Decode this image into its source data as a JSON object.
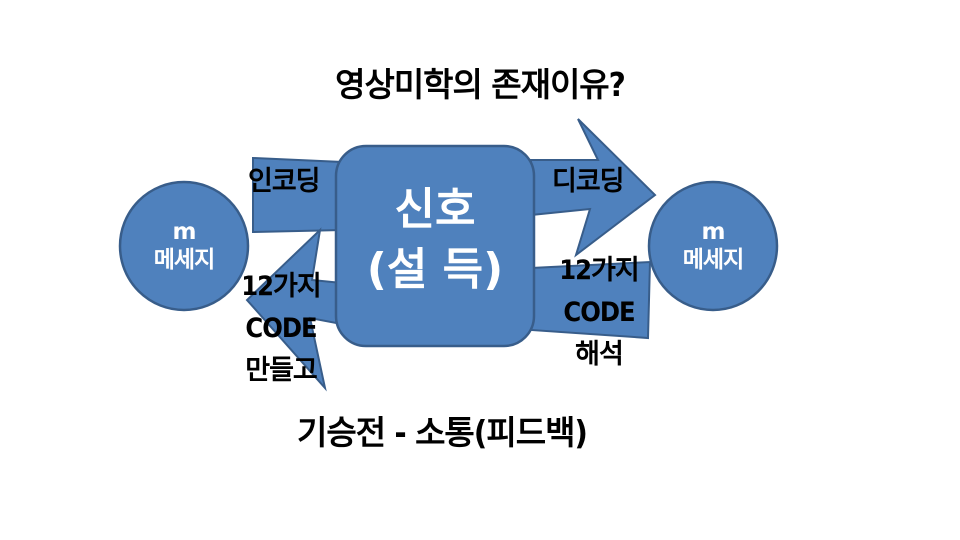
{
  "title": "영상미학의 존재이유?",
  "footer": "기승전 - 소통(피드백)",
  "left_circle": {
    "line1": "m",
    "line2": "메세지"
  },
  "right_circle": {
    "line1": "m",
    "line2": "메세지"
  },
  "center_box": {
    "line1": "신호",
    "line2": "(설 득)"
  },
  "labels": {
    "encoding": "인코딩",
    "decoding": "디코딩",
    "make_code": {
      "line1": "12가지",
      "line2": "CODE",
      "line3": "만들고"
    },
    "interpret_code": {
      "line1": "12가지",
      "line2": "CODE",
      "line3": "해석"
    }
  },
  "colors": {
    "shape_fill": "#4f81bd",
    "shape_stroke": "#385d8a",
    "text_on_shape": "#ffffff",
    "text": "#000000"
  }
}
